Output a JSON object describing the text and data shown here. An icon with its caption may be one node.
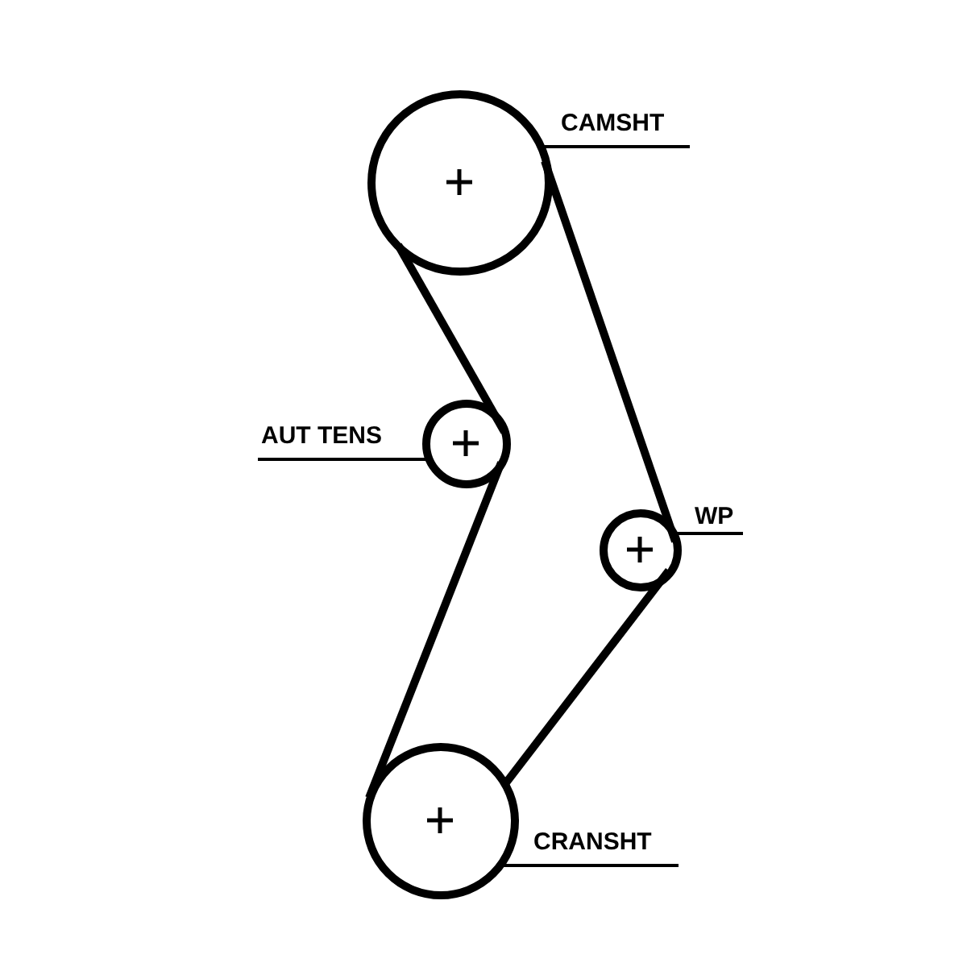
{
  "diagram": {
    "nodes": [
      {
        "text": [
          "CAMSHT"
        ]
      },
      {
        "text": [],
        "shape": "circle"
      },
      {
        "text": [
          "AUT TENS"
        ]
      },
      {
        "text": [],
        "shape": "circle"
      },
      {
        "text": [
          "WP"
        ]
      },
      {
        "text": [],
        "shape": "circle"
      },
      {
        "text": [
          "CRANSHT"
        ]
      },
      {
        "text": [],
        "shape": "circle"
      }
    ],
    "edges": [
      {
        "from": 0,
        "to": 1,
        "arrow": "none"
      },
      {
        "from": 2,
        "to": 3,
        "arrow": "none"
      },
      {
        "from": 4,
        "to": 5,
        "arrow": "none"
      },
      {
        "from": 6,
        "to": 7,
        "arrow": "none"
      },
      {
        "from": 1,
        "to": 3,
        "arrow": "none",
        "style": "thick"
      },
      {
        "from": 3,
        "to": 7,
        "arrow": "none",
        "style": "thick"
      },
      {
        "from": 7,
        "to": 5,
        "arrow": "none",
        "style": "thick"
      },
      {
        "from": 5,
        "to": 1,
        "arrow": "none",
        "style": "thick"
      }
    ]
  }
}
